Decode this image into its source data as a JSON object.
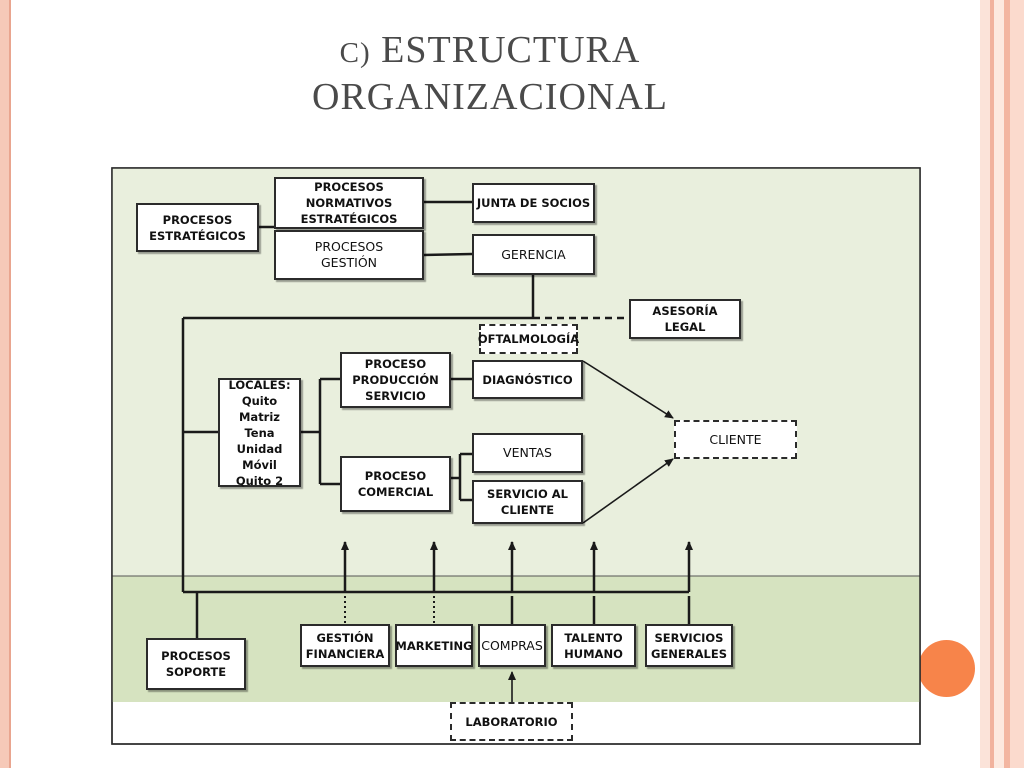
{
  "title": {
    "prefix": "C)",
    "text_line1": "ESTRUCTURA",
    "text_line2": "ORGANIZACIONAL"
  },
  "colors": {
    "strategic_bg": "#e9efdd",
    "support_bg": "#d6e3c0",
    "line": "#1a1a1a",
    "accent": "#f7844a"
  },
  "boxes": {
    "procesos_estrategicos": "PROCESOS\nESTRATÉGICOS",
    "procesos_normativos": "PROCESOS NORMATIVOS\nESTRATÉGICOS",
    "procesos_gestion": "PROCESOS\nGESTIÓN",
    "junta_socios": "JUNTA DE SOCIOS",
    "gerencia": "GERENCIA",
    "asesoria_legal": "ASESORÍA LEGAL",
    "oftalmologia": "OFTALMOLOGÍA",
    "locales": "LOCALES:\nQuito Matriz\nTena\nUnidad Móvil\nQuito 2",
    "proceso_produccion": "PROCESO\nPRODUCCIÓN\nSERVICIO",
    "diagnostico": "DIAGNÓSTICO",
    "proceso_comercial": "PROCESO\nCOMERCIAL",
    "ventas": "VENTAS",
    "servicio_cliente": "SERVICIO AL\nCLIENTE",
    "cliente": "CLIENTE",
    "procesos_soporte": "PROCESOS\nSOPORTE",
    "gestion_financiera": "GESTIÓN\nFINANCIERA",
    "marketing": "MARKETING",
    "compras": "COMPRAS",
    "talento_humano": "TALENTO\nHUMANO",
    "servicios_generales": "SERVICIOS\nGENERALES",
    "laboratorio": "LABORATORIO"
  }
}
